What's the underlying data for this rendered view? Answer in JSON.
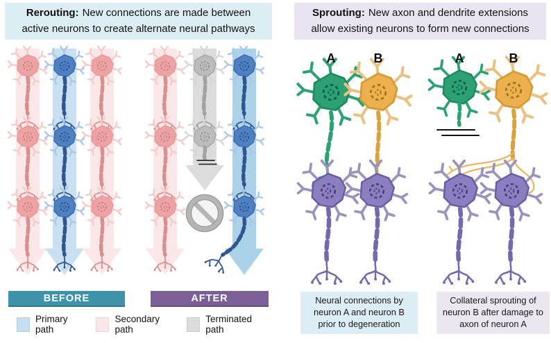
{
  "rerouting": {
    "heading_bold": "Rerouting:",
    "heading_text": "New connections are made between active neurons to create alternate neural pathways",
    "before_label": "BEFORE",
    "after_label": "AFTER"
  },
  "sprouting": {
    "heading_bold": "Sprouting:",
    "heading_text": "New axon and dendrite extensions allow existing neurons to form new connections",
    "before": {
      "neuron_a": "A",
      "neuron_b": "B",
      "caption": "Neural connections by neuron A and neuron B prior to degeneration"
    },
    "after": {
      "neuron_a": "A",
      "neuron_b": "B",
      "caption": "Collateral sprouting of neuron B after damage to axon of neuron A"
    }
  },
  "legend": {
    "items": [
      {
        "label": "Primary path",
        "color": "#c6dff0"
      },
      {
        "label": "Secondary path",
        "color": "#fbe7e7"
      },
      {
        "label": "Terminated path",
        "color": "#dcdcdc"
      }
    ]
  },
  "palette": {
    "rerouting_header_bg": "#dceef3",
    "sprouting_header_bg": "#e9e4ef",
    "caption_primary_bg": "#ddedf5",
    "caption_secondary_bg": "#ece6f1",
    "before_bar_bg": "#3e93aa",
    "after_bar_bg": "#7a6096",
    "primary_path": "#c8e0f1",
    "primary_path_after": "#abd2e8",
    "secondary_path": "#fbe7e7",
    "terminated_path": "#dcdcdc",
    "neuron_pink": "#eda3a3",
    "neuron_blue": "#4f81c2",
    "neuron_gray": "#bcbcbc",
    "neuron_green": "#2da173",
    "neuron_amber": "#ecb14e",
    "neuron_purple": "#8c7ec0"
  }
}
